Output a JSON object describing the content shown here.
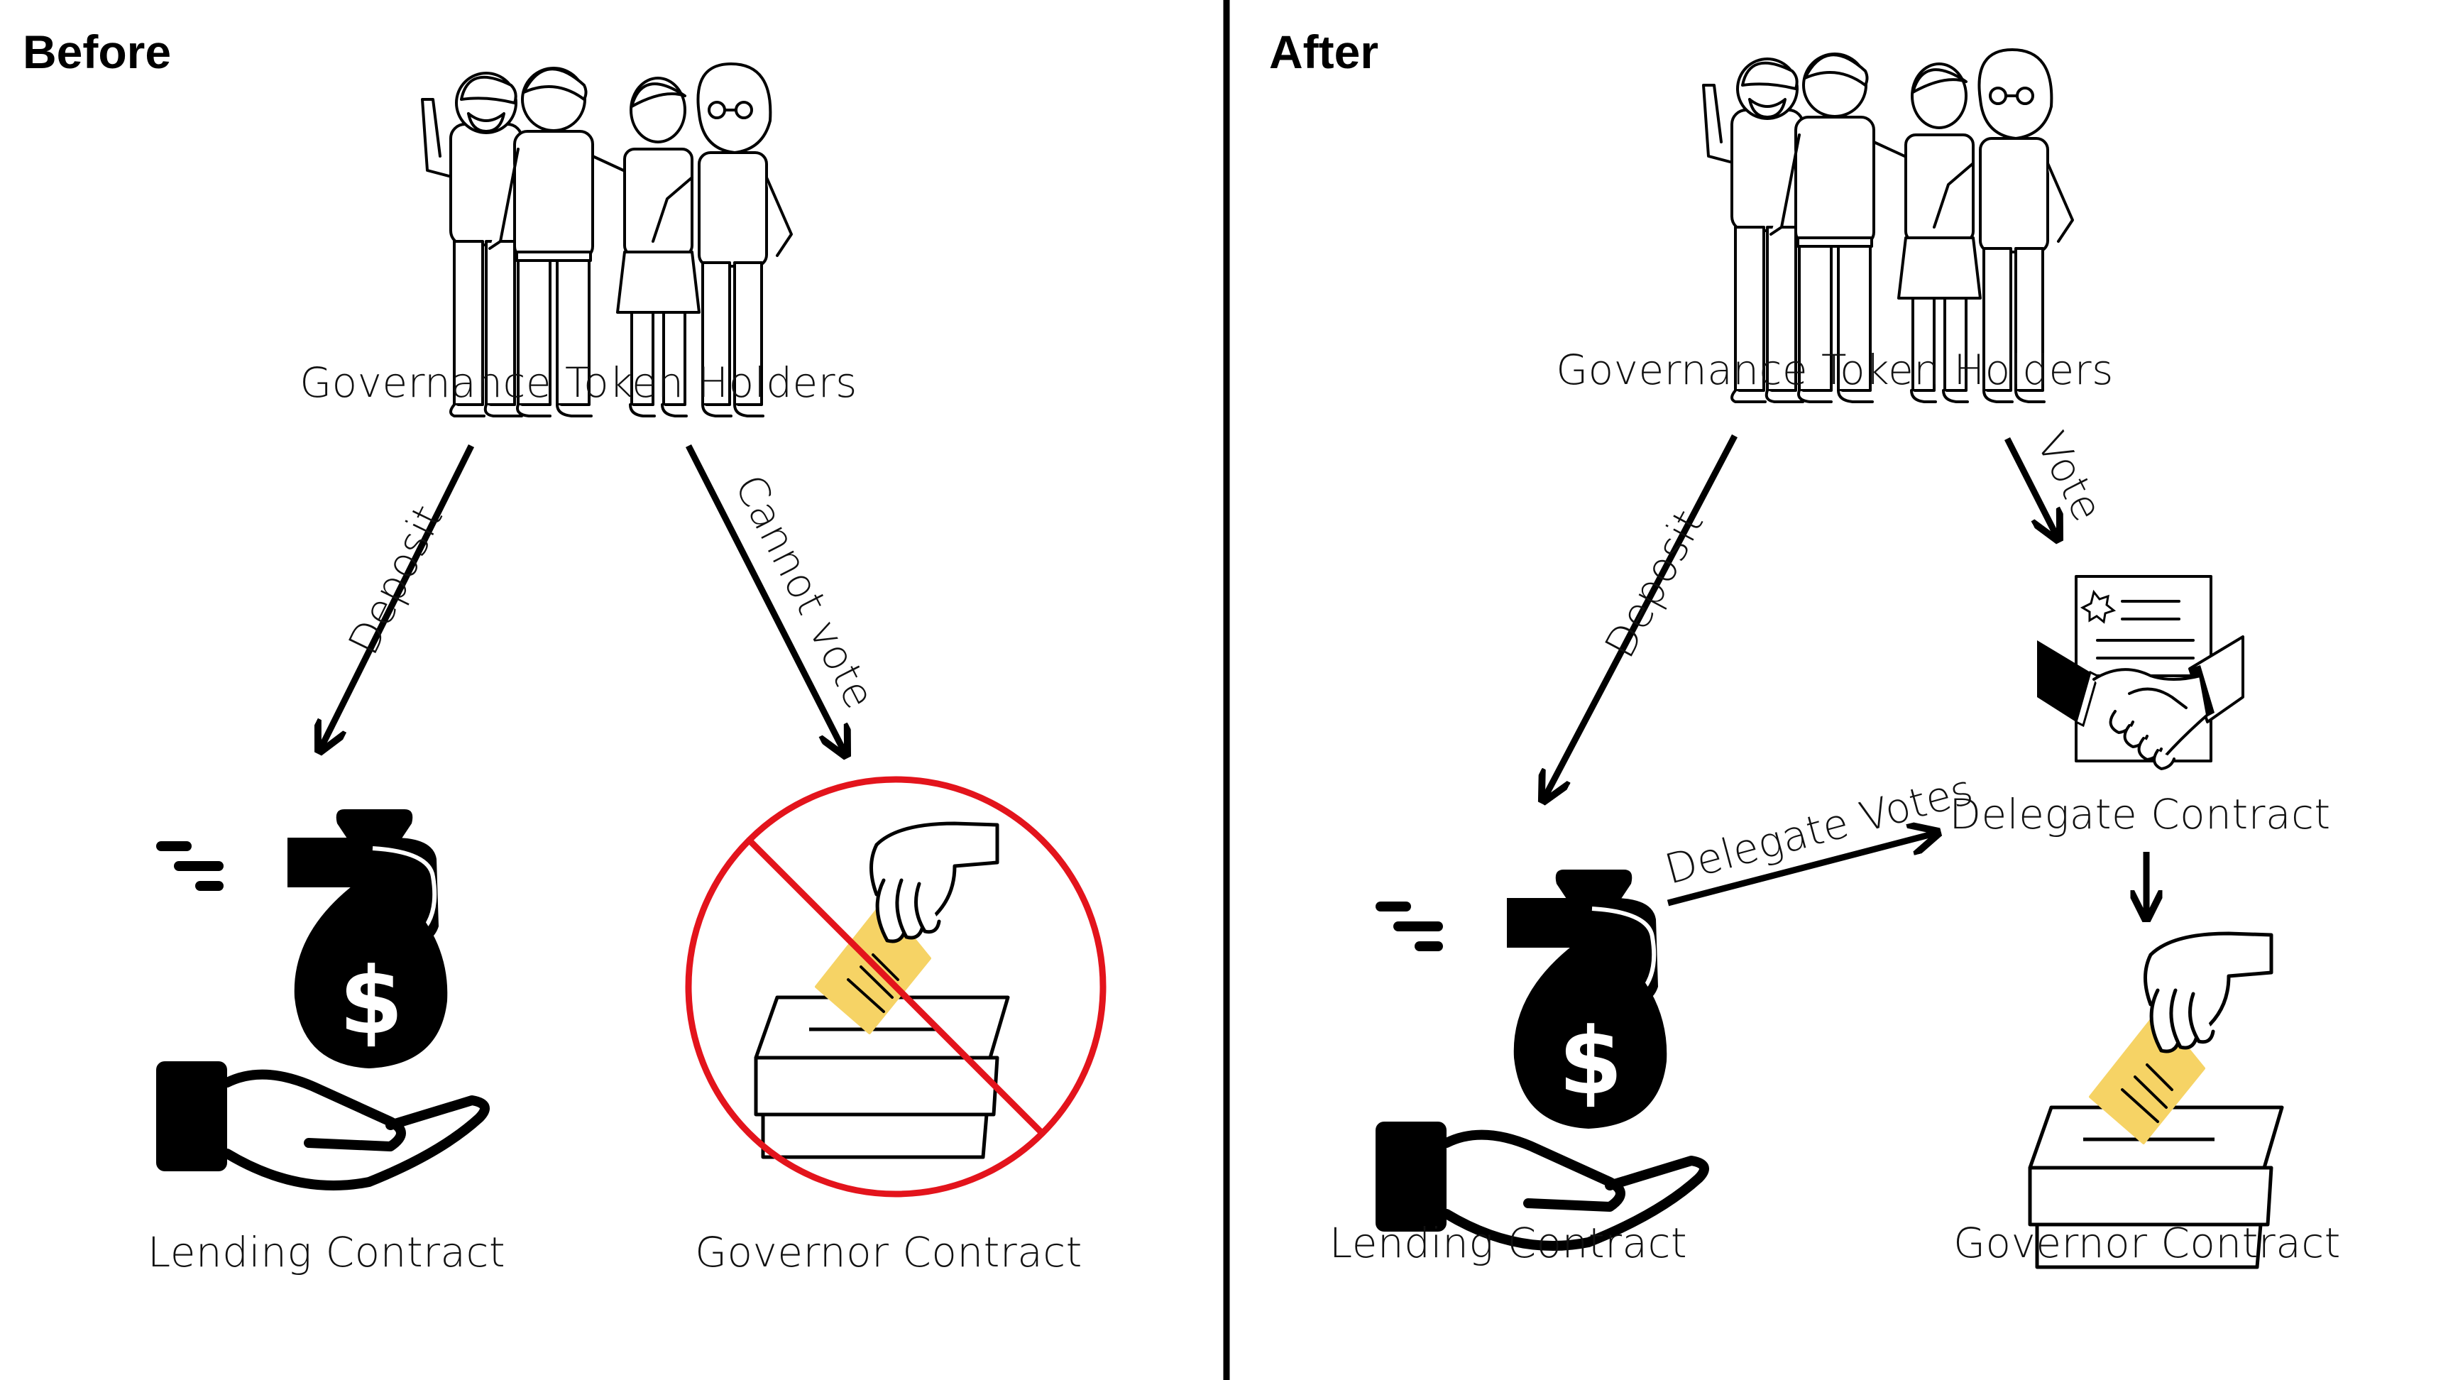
{
  "colors": {
    "ink": "#000000",
    "prohibition_red": "#e3141c",
    "ballot_yellow": "#f6d365"
  },
  "before": {
    "title": "Before",
    "holders_label": "Governance Token Holders",
    "deposit_label": "Deposit",
    "cannot_vote_label": "Cannot vote",
    "lending_label": "Lending Contract",
    "governor_label": "Governor Contract"
  },
  "after": {
    "title": "After",
    "holders_label": "Governance Token Holders",
    "deposit_label": "Deposit",
    "vote_label": "Vote",
    "delegate_votes_label": "Delegate Votes",
    "delegate_label": "Delegate Contract",
    "lending_label": "Lending Contract",
    "governor_label": "Governor Contract"
  }
}
